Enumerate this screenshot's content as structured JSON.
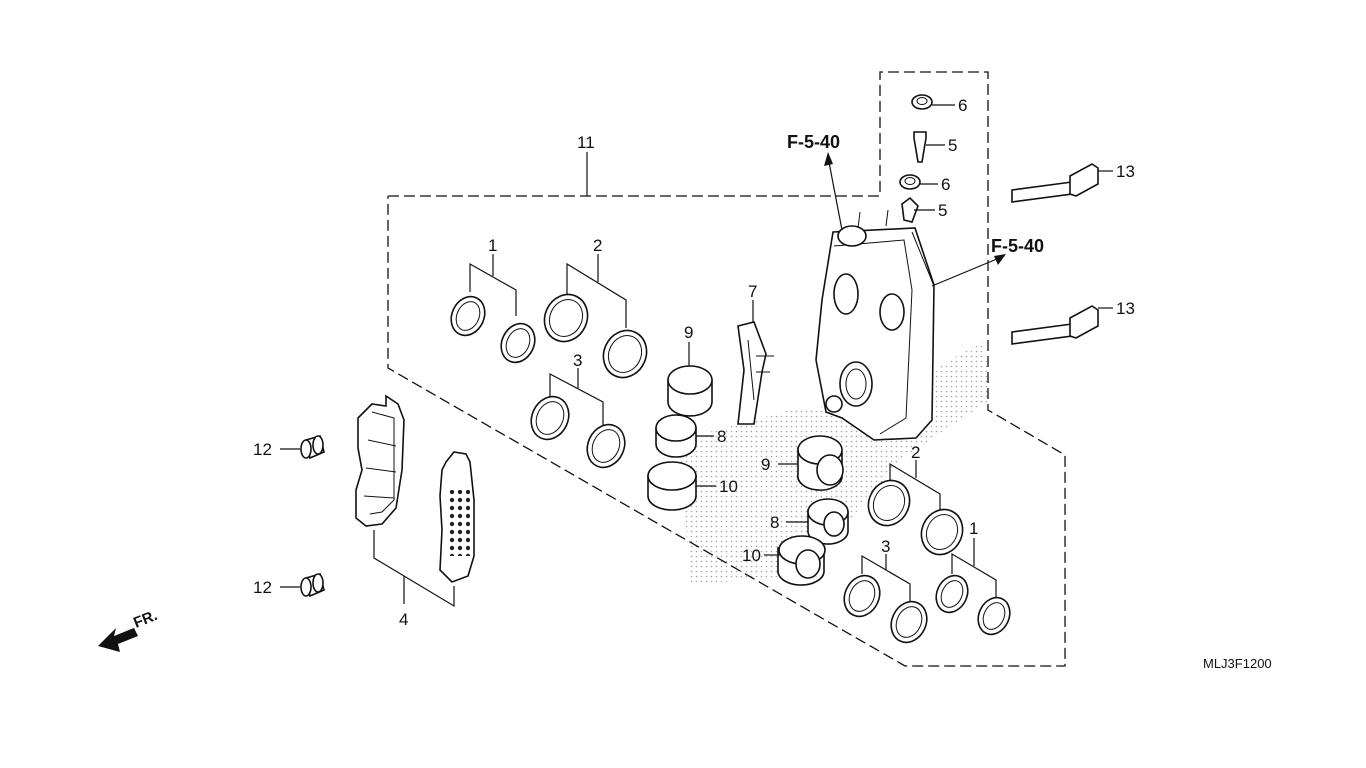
{
  "diagram": {
    "code": "MLJ3F1200",
    "direction": "FR.",
    "refs": {
      "a": "F-5-40",
      "b": "F-5-40"
    },
    "labels": {
      "p1a": "1",
      "p2a": "2",
      "p3a": "3",
      "p4": "4",
      "p5a": "5",
      "p5b": "5",
      "p6a": "6",
      "p6b": "6",
      "p7": "7",
      "p8a": "8",
      "p9a": "9",
      "p10a": "10",
      "p11": "11",
      "p12a": "12",
      "p12b": "12",
      "p13a": "13",
      "p13b": "13",
      "p9b": "9",
      "p8b": "8",
      "p10b": "10",
      "p2b": "2",
      "p3b": "3",
      "p1b": "1"
    }
  }
}
